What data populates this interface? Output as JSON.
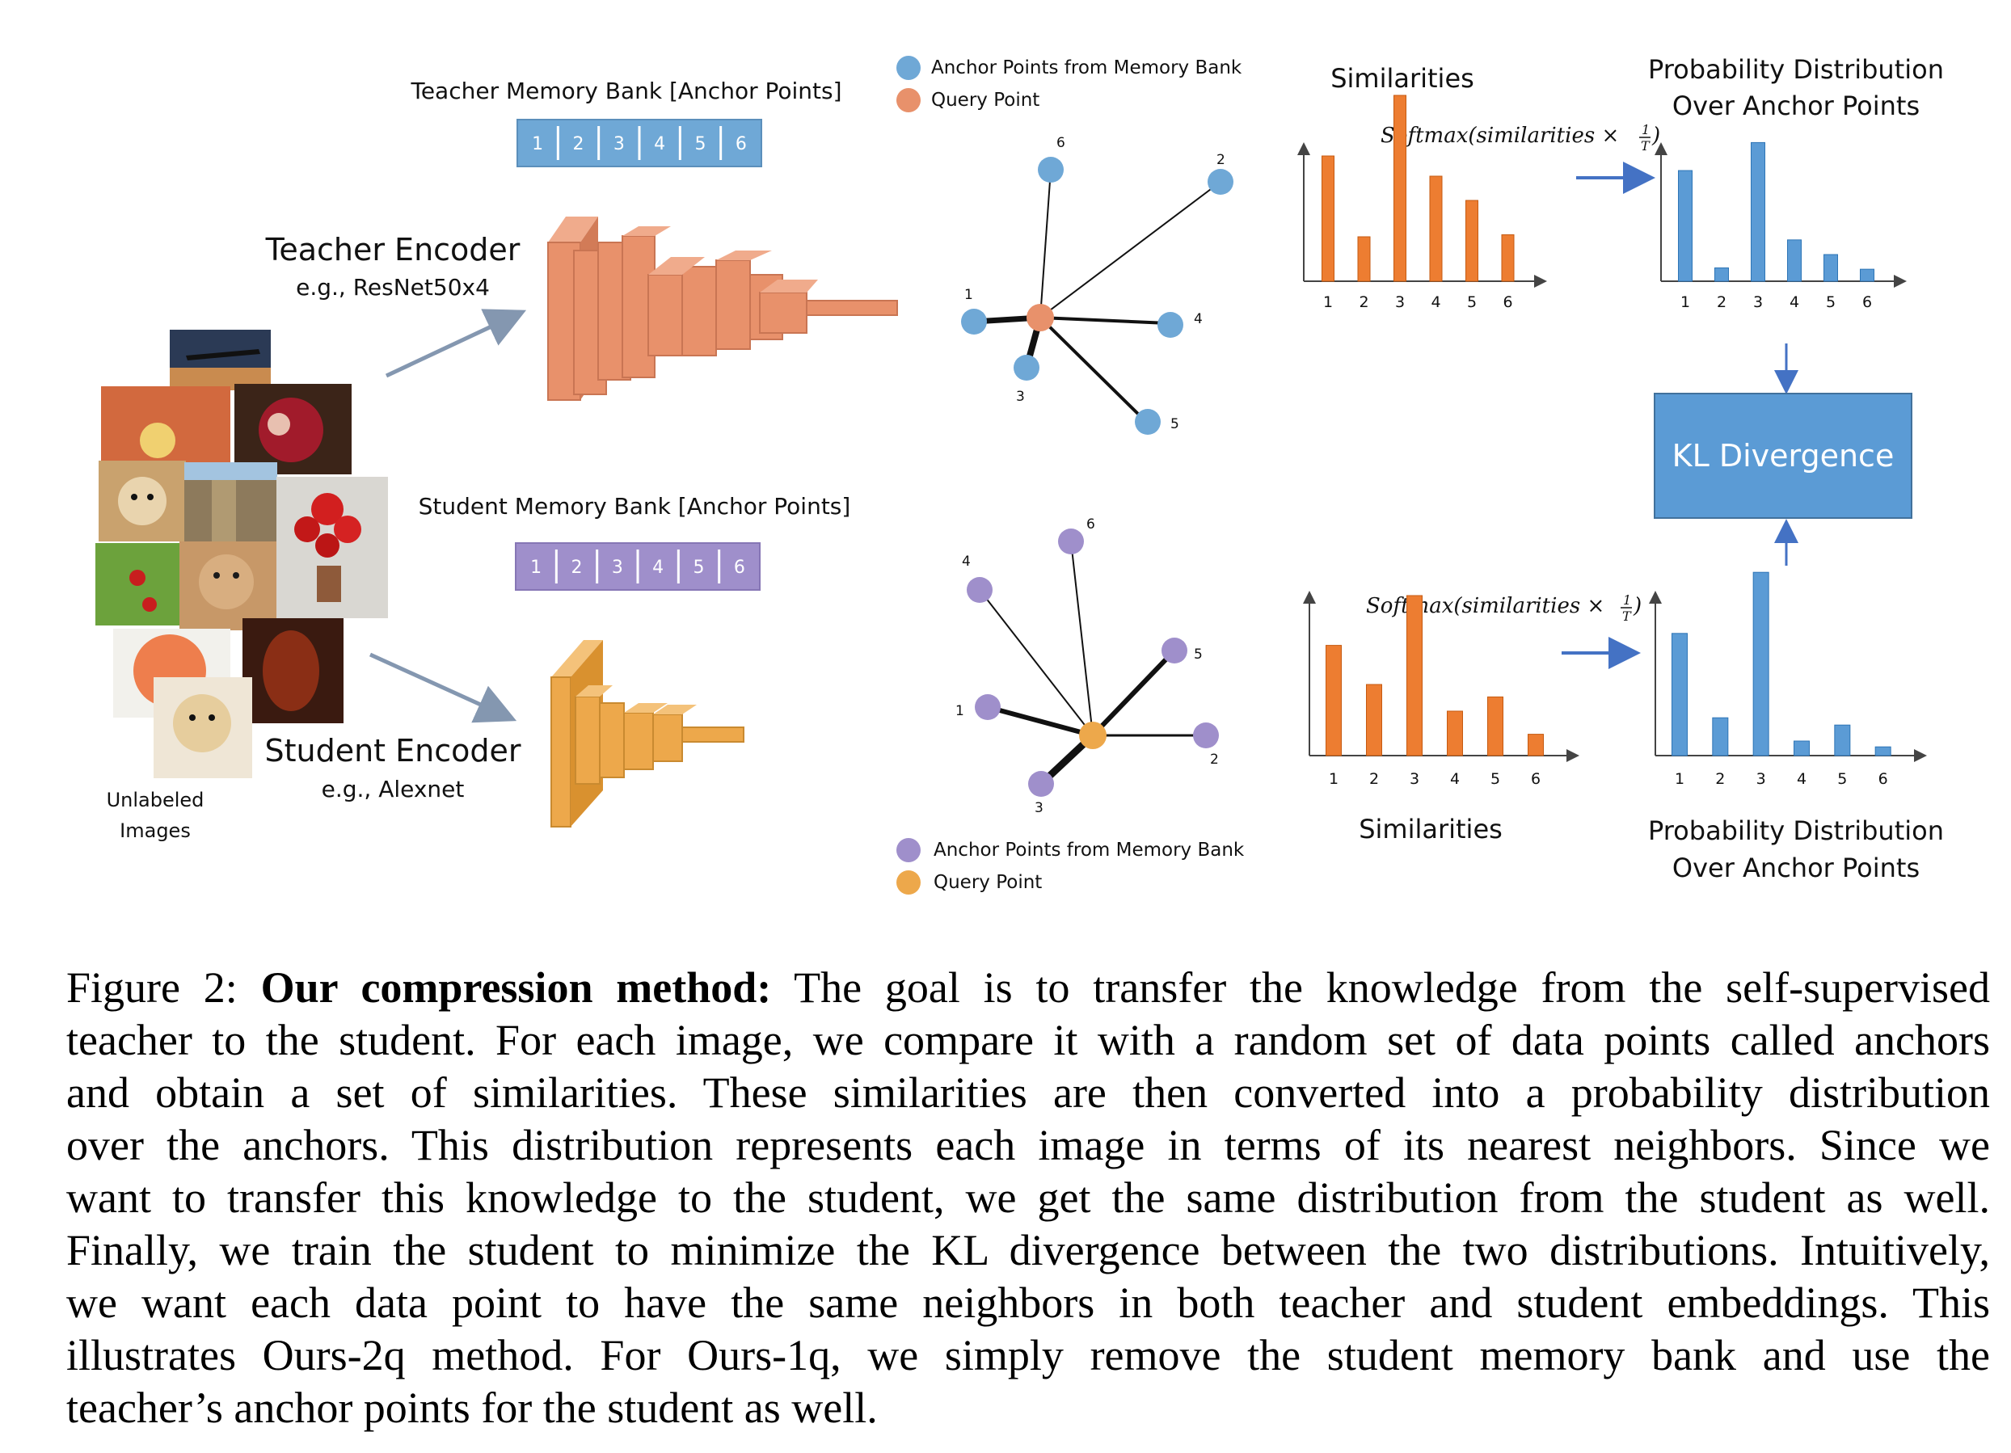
{
  "teacher": {
    "bank_title": "Teacher Memory Bank [Anchor Points]",
    "bank_cells": [
      "1",
      "2",
      "3",
      "4",
      "5",
      "6"
    ],
    "encoder_title": "Teacher Encoder",
    "encoder_sub": "e.g., ResNet50x4",
    "bank_color": "#6fa8d6",
    "encoder_color": "#e8916b"
  },
  "student": {
    "bank_title": "Student Memory Bank [Anchor Points]",
    "bank_cells": [
      "1",
      "2",
      "3",
      "4",
      "5",
      "6"
    ],
    "encoder_title": "Student Encoder",
    "encoder_sub": "e.g., Alexnet",
    "bank_color": "#9f8fcb",
    "encoder_color": "#eda84b"
  },
  "images": {
    "label_line1": "Unlabeled",
    "label_line2": "Images"
  },
  "legend_top": {
    "anchor": "Anchor Points from Memory Bank",
    "query": "Query Point",
    "anchor_color": "#6fa8d6",
    "query_color": "#e8916b"
  },
  "legend_bottom": {
    "anchor": "Anchor Points from Memory Bank",
    "query": "Query Point",
    "anchor_color": "#9f8fcb",
    "query_color": "#eda84b"
  },
  "graph_top_labels": [
    "1",
    "2",
    "3",
    "4",
    "5",
    "6"
  ],
  "graph_bottom_labels": [
    "1",
    "2",
    "3",
    "4",
    "5",
    "6"
  ],
  "top_charts": {
    "similarities_title": "Similarities",
    "formula_prefix": "Softmax(similarities × ",
    "formula_num": "1",
    "formula_den": "T",
    "formula_suffix": ")",
    "prob_title_line1": "Probability Distribution",
    "prob_title_line2": "Over Anchor Points"
  },
  "bottom_charts": {
    "similarities_title": "Similarities",
    "formula_prefix": "Softmax(similarities × ",
    "formula_num": "1",
    "formula_den": "T",
    "formula_suffix": ")",
    "prob_title_line1": "Probability Distribution",
    "prob_title_line2": "Over Anchor Points"
  },
  "kl_label": "KL Divergence",
  "colors": {
    "kl_box": "#5b9bd5",
    "sim_bar": "#ed7d31",
    "prob_bar": "#5b9bd5",
    "arrow": "#4472c4",
    "image_arrow": "#8497b0"
  },
  "chart_data": [
    {
      "type": "bar",
      "categories": [
        "1",
        "2",
        "3",
        "4",
        "5",
        "6"
      ],
      "values": [
        0.62,
        0.22,
        0.92,
        0.52,
        0.4,
        0.23
      ],
      "title": "Similarities"
    },
    {
      "type": "bar",
      "categories": [
        "1",
        "2",
        "3",
        "4",
        "5",
        "6"
      ],
      "values": [
        0.83,
        0.1,
        1.04,
        0.31,
        0.2,
        0.09
      ],
      "title": "Probability Distribution Over Anchor Points"
    },
    {
      "type": "bar",
      "categories": [
        "1",
        "2",
        "3",
        "4",
        "5",
        "6"
      ],
      "values": [
        0.62,
        0.4,
        0.9,
        0.25,
        0.33,
        0.12
      ],
      "title": "Similarities"
    },
    {
      "type": "bar",
      "categories": [
        "1",
        "2",
        "3",
        "4",
        "5",
        "6"
      ],
      "values": [
        0.84,
        0.26,
        1.26,
        0.1,
        0.21,
        0.06
      ],
      "title": "Probability Distribution Over Anchor Points"
    }
  ],
  "caption": {
    "label": "Figure 2:",
    "bold": "Our compression method:",
    "line1": "The goal is to transfer the knowledge from the self-supervised",
    "lines": [
      "teacher to the student. For each image, we compare it with a random set of data points called anchors",
      "and obtain a set of similarities. These similarities are then converted into a probability distribution",
      "over the anchors. This distribution represents each image in terms of its nearest neighbors. Since we",
      "want to transfer this knowledge to the student, we get the same distribution from the student as well.",
      "Finally, we train the student to minimize the KL divergence between the two distributions. Intuitively,",
      "we want each data point to have the same neighbors in both teacher and student embeddings. This",
      "illustrates Ours-2q method. For Ours-1q, we simply remove the student memory bank and use the",
      "teacher’s anchor points for the student as well."
    ]
  }
}
